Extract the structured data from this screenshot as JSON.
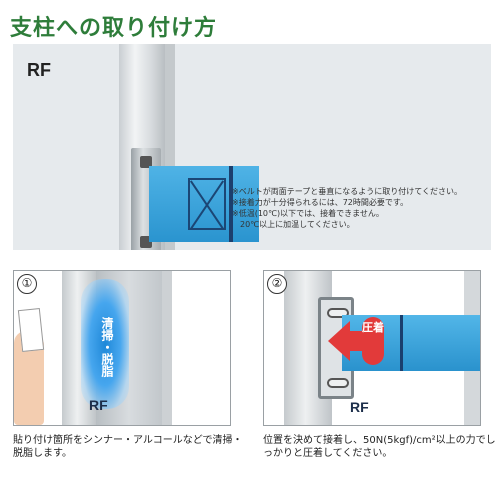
{
  "header": {
    "title": "支柱への取り付け方"
  },
  "main_photo": {
    "label": "RF",
    "notes": [
      "※ベルトが両面テープと垂直になるように取り付けてください。",
      "※接着力が十分得られるには、72時間必要です。",
      "※低温(10℃)以下では、接着できません。",
      "　20℃以上に加温してください。"
    ]
  },
  "steps": [
    {
      "number": "①",
      "image_text": "清掃・脱脂",
      "image_label": "RF",
      "caption": "貼り付け箇所をシンナー・アルコールなどで清掃・脱脂します。"
    },
    {
      "number": "②",
      "image_text": "圧着",
      "image_label": "RF",
      "caption": "位置を決めて接着し、50N(5kgf)/cm²以上の力でしっかりと圧着してください。"
    }
  ],
  "colors": {
    "title": "#2e7d3a",
    "strap": "#2a94cf",
    "press_arrow": "#e23a3a"
  }
}
